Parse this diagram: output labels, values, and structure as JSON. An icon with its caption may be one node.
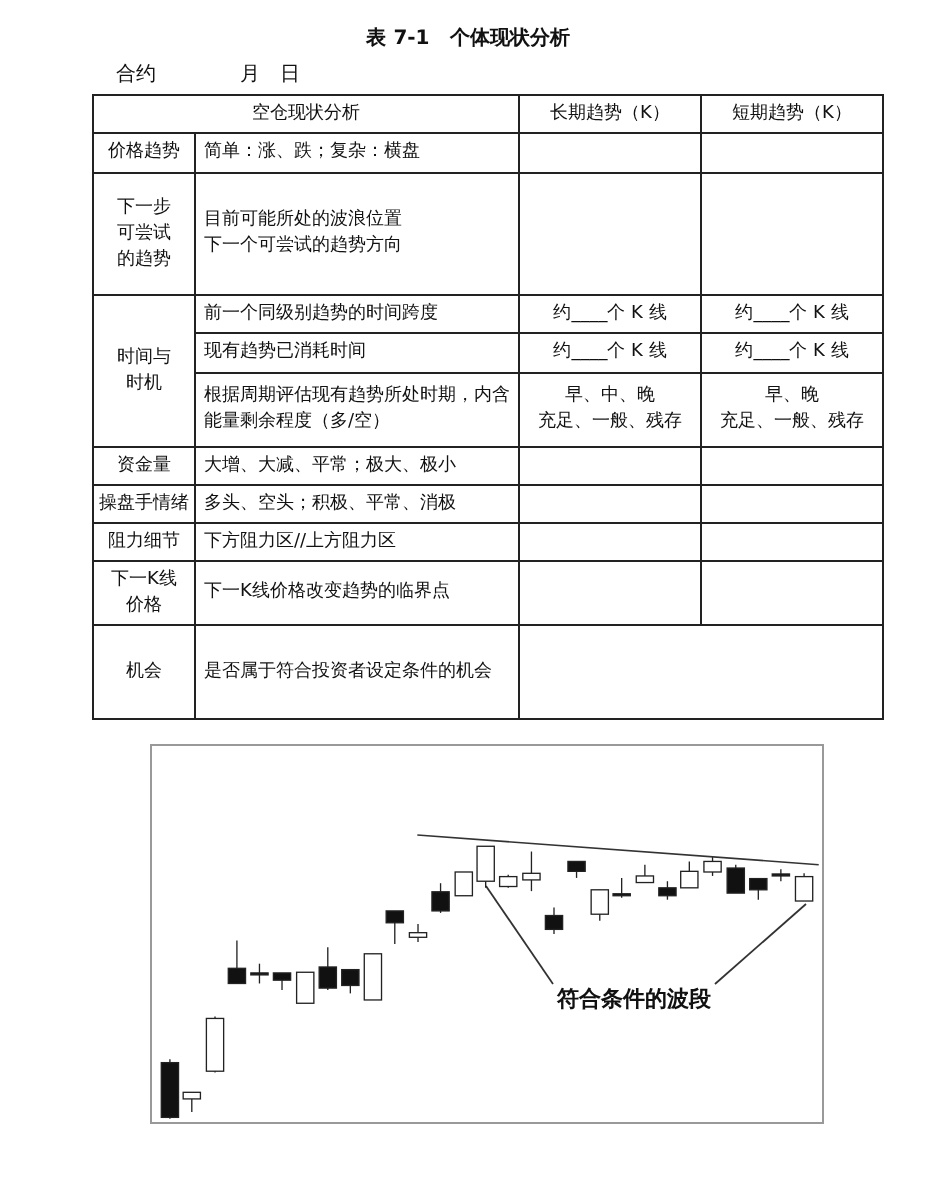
{
  "diagram": {
    "title": "表 7-1　个体现状分析",
    "nodes": [
      {
        "text": [],
        "shape": "picture"
      },
      {
        "text": [
          "符合条件的波段"
        ],
        "in": 0
      }
    ],
    "edges": [
      {
        "from": 1,
        "to": 0,
        "arrow": "none"
      },
      {
        "from": 1,
        "to": 0,
        "arrow": "none"
      }
    ],
    "labels": [
      "合约",
      "月　日",
      "空仓现状分析",
      "长期趋势（K）",
      "短期趋势（K）",
      "价格趋势",
      "简单：涨、跌；复杂：横盘",
      "下一步可尝试的趋势",
      "目前可能所处的波浪位置",
      "下一个可尝试的趋势方向",
      "时间与时机",
      "前一个同级别趋势的时间跨度",
      "约____个 K 线",
      "约____个 K 线",
      "现有趋势已消耗时间",
      "约____个 K 线",
      "约____个 K 线",
      "根据周期评估现有趋势所处时期，内含能量剩余程度（多/空）",
      "早、中、晚",
      "充足、一般、残存",
      "早、晚",
      "充足、一般、残存",
      "资金量",
      "大增、大减、平常；极大、极小",
      "操盘手情绪",
      "多头、空头；积极、平常、消极",
      "阻力细节",
      "下方阻力区//上方阻力区",
      "下一K线价格",
      "下一K线价格改变趋势的临界点",
      "机会",
      "是否属于符合投资者设定条件的机会"
    ]
  }
}
